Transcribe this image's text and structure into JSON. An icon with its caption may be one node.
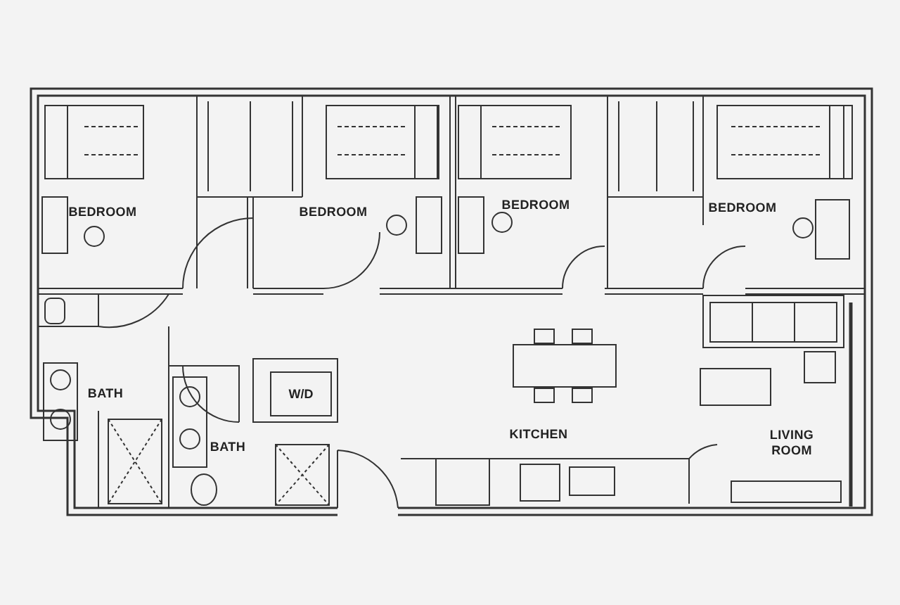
{
  "diagram": {
    "nodes": [
      {
        "text": [
          "W/D"
        ]
      }
    ],
    "labels": [
      "BEDROOM",
      "BEDROOM",
      "BEDROOM",
      "BEDROOM",
      "BATH",
      "KITCHEN",
      "BATH",
      "LIVING ROOM"
    ]
  }
}
